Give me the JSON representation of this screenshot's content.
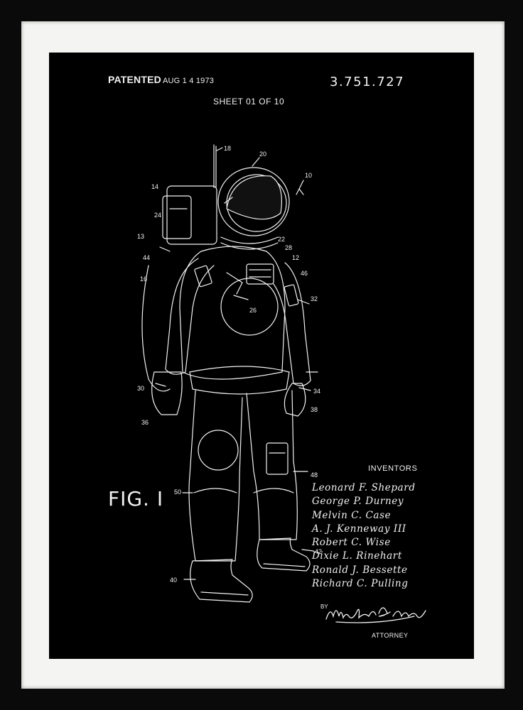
{
  "patent": {
    "patented_label": "PATENTED",
    "date": "AUG 1 4 1973",
    "number": "3.751.727",
    "sheet": "SHEET  01 OF 10",
    "figure": "FIG. I"
  },
  "inventors": {
    "heading": "INVENTORS",
    "names": [
      "Leonard F. Shepard",
      "George P. Durney",
      "Melvin C. Case",
      "A. J. Kenneway III",
      "Robert C. Wise",
      "Dixie L. Rinehart",
      "Ronald J. Bessette",
      "Richard C. Pulling"
    ]
  },
  "signature": {
    "by": "BY",
    "name": "Michael A. Lucy",
    "role": "ATTORNEY"
  },
  "reference_numerals": [
    "18",
    "20",
    "10",
    "14",
    "24",
    "13",
    "22",
    "28",
    "12",
    "44",
    "46",
    "16",
    "32",
    "26",
    "30",
    "34",
    "38",
    "36",
    "50",
    "48",
    "42",
    "40"
  ],
  "colors": {
    "frame": "#0a0a0a",
    "mat": "#f4f4f2",
    "print_bg": "#000000",
    "ink": "#f2f2f2"
  }
}
